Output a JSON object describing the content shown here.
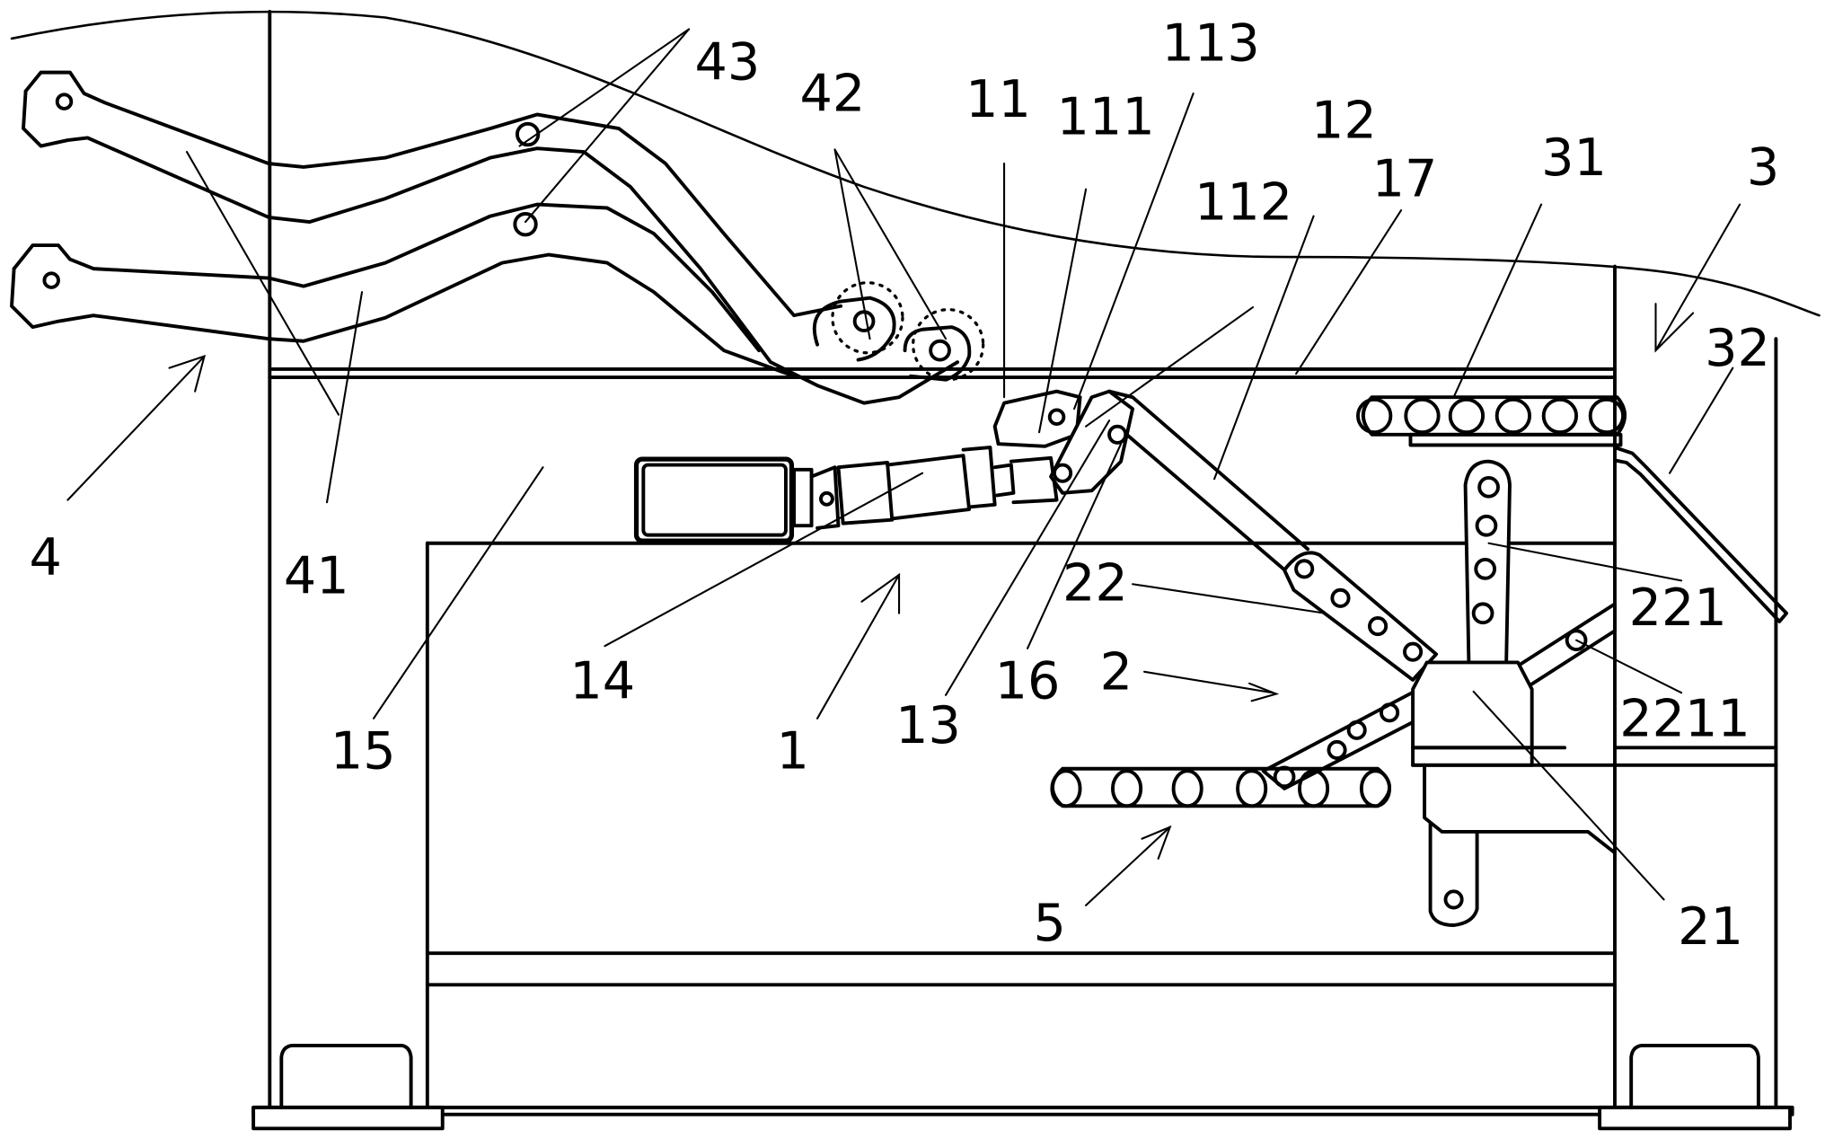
{
  "figure": {
    "type": "patent-mechanical-drawing",
    "background": "#ffffff",
    "ink": "#000000"
  },
  "labels": {
    "l4": "4",
    "l41": "41",
    "l43": "43",
    "l42": "42",
    "l11": "11",
    "l111": "111",
    "l113": "113",
    "l112": "112",
    "l12": "12",
    "l17": "17",
    "l31": "31",
    "l3": "3",
    "l32": "32",
    "l15": "15",
    "l14": "14",
    "l1": "1",
    "l13": "13",
    "l16": "16",
    "l22": "22",
    "l2": "2",
    "l221": "221",
    "l2211": "2211",
    "l5": "5",
    "l21": "21"
  }
}
